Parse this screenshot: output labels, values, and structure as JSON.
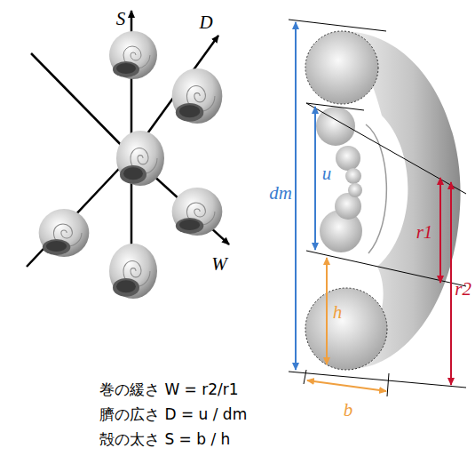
{
  "diagram": {
    "labels": [
      "S",
      "D",
      "W",
      "dm",
      "u",
      "r1",
      "r2",
      "h",
      "b",
      "巻の緩さ W = r2/r1",
      "臍の広さ D = u / dm",
      "殻の太さ S = b / h"
    ]
  }
}
